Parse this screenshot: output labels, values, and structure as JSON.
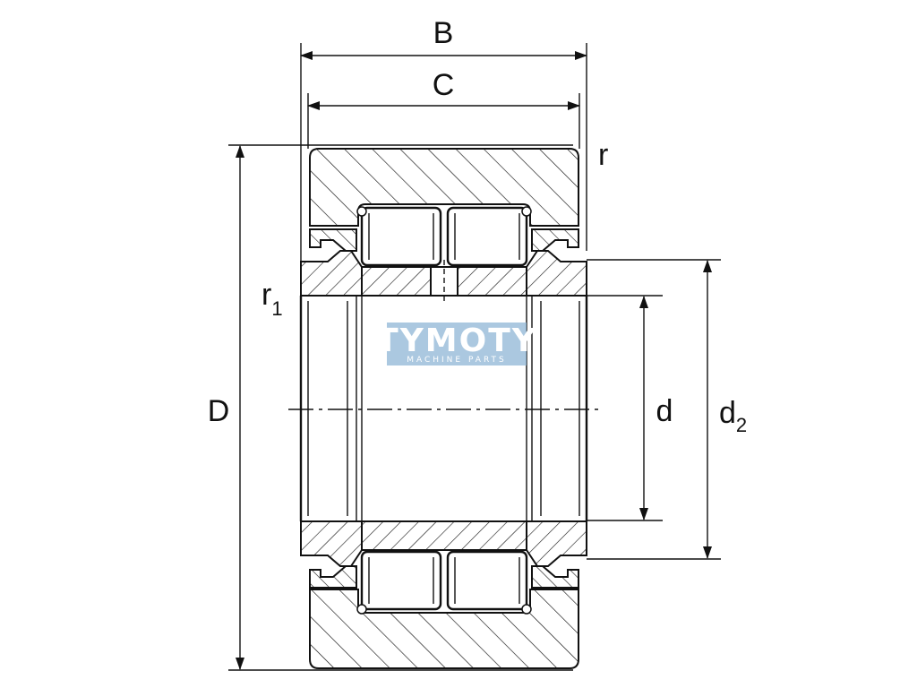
{
  "labels": {
    "B": "B",
    "C": "C",
    "r": "r",
    "r1_base": "r",
    "r1_sub": "1",
    "D": "D",
    "d": "d",
    "d2_base": "d",
    "d2_sub": "2"
  },
  "watermark": {
    "title": "TYMOTY",
    "subtitle": "MACHINE PARTS",
    "color": "#8fb6d6"
  },
  "colors": {
    "line": "#111111",
    "background": "#ffffff"
  }
}
